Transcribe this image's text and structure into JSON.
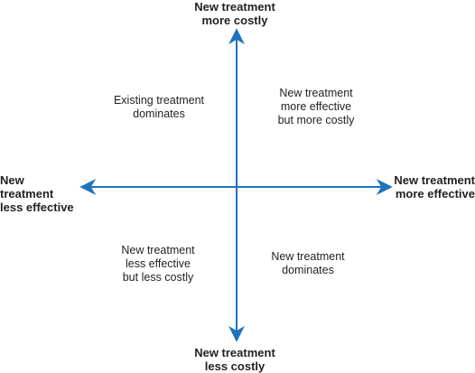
{
  "axes": {
    "top": "New treatment\nmore costly",
    "bottom": "New treatment\nless costly",
    "left": "New treatment\nless effective",
    "right": "New treatment\nmore effective"
  },
  "quadrants": {
    "top_left": "Existing treatment\ndominates",
    "top_right": "New treatment\nmore effective\nbut more costly",
    "bottom_left": "New treatment\nless effective\nbut less costly",
    "bottom_right": "New treatment\ndominates"
  },
  "colors": {
    "axis": "#1e73be",
    "text": "#231f20"
  }
}
